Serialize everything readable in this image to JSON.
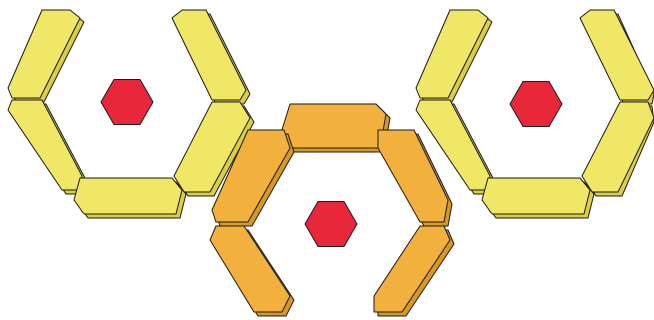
{
  "colors": {
    "background": "#ffffff",
    "outline": "#1a1a1a",
    "gem": "#e8273a"
  },
  "clusters": [
    {
      "name": "left-yellow-cup",
      "color": "#f1e766",
      "shadow": "#d9ce44",
      "pieces": [
        "upper-left-bar",
        "upper-right-bar",
        "lower-left-bar",
        "lower-right-bar",
        "bottom-bar"
      ],
      "gem": "left-red-gem"
    },
    {
      "name": "middle-orange-cup",
      "color": "#f2b13d",
      "shadow": "#d79826",
      "pieces": [
        "top-bar",
        "upper-left-bar",
        "upper-right-bar",
        "lower-left-bar",
        "lower-right-bar"
      ],
      "gem": "middle-red-gem"
    },
    {
      "name": "right-yellow-cup",
      "color": "#f1e766",
      "shadow": "#d9ce44",
      "pieces": [
        "upper-left-bar",
        "upper-right-bar",
        "lower-left-bar",
        "lower-right-bar",
        "bottom-bar"
      ],
      "gem": "right-red-gem"
    }
  ]
}
